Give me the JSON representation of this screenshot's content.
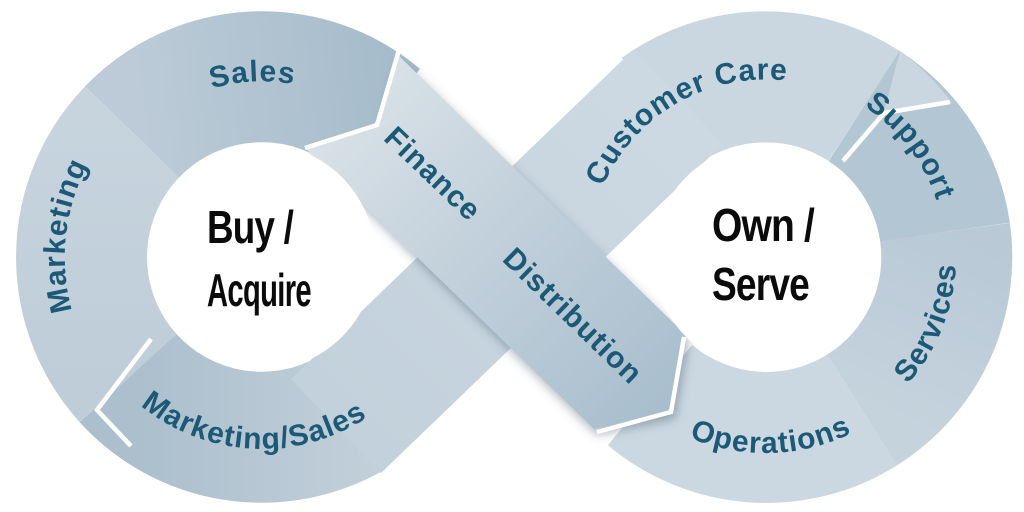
{
  "diagram": {
    "title_left": {
      "line1": "Buy /",
      "line2": "Acquire"
    },
    "title_right": {
      "line1": "Own /",
      "line2": "Serve"
    },
    "left_loop_segments": [
      "Marketing",
      "Sales",
      "Marketing/Sales"
    ],
    "right_loop_segments": [
      "Customer Care",
      "Support",
      "Services",
      "Operations"
    ],
    "crossover_segments": [
      "Finance",
      "Distribution"
    ],
    "flow_order": [
      "Marketing",
      "Sales",
      "Finance",
      "Distribution",
      "Operations",
      "Services",
      "Support",
      "Customer Care",
      "Marketing/Sales"
    ],
    "colors": {
      "label_text": "#1b5977",
      "title_text": "#0b0b0b",
      "segment_lightest": "#d8e1e7",
      "segment_light": "#cbd7e0",
      "segment_medium": "#b3c6d3",
      "segment_dark": "#a6bccb",
      "background": "#ffffff"
    }
  }
}
